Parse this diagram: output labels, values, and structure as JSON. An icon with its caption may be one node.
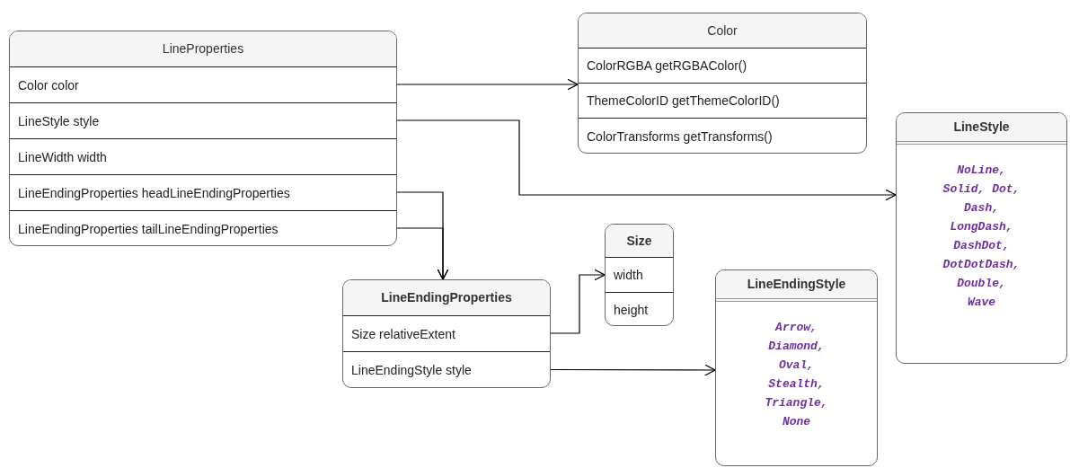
{
  "diagram": {
    "nodes": [
      {
        "text": [
          "LineProperties"
        ]
      },
      {
        "text": [
          "Color color"
        ],
        "in": 0
      },
      {
        "text": [
          "LineStyle style"
        ],
        "in": 0
      },
      {
        "text": [
          "LineWidth width"
        ],
        "in": 0
      },
      {
        "text": [
          "LineEndingProperties headLineEndingProperties"
        ],
        "in": 0
      },
      {
        "text": [
          "LineEndingProperties tailLineEndingProperties"
        ],
        "in": 0
      },
      {
        "text": [
          "Color"
        ]
      },
      {
        "text": [
          "ColorRGBA getRGBAColor()"
        ],
        "in": 6
      },
      {
        "text": [
          "ThemeColorID getThemeColorID()"
        ],
        "in": 6
      },
      {
        "text": [
          "ColorTransforms getTransforms()"
        ],
        "in": 6
      },
      {
        "text": [
          "LineStyle",
          "NoLine, Solid, Dot, Dash, LongDash, DashDot, DotDotDash, Double, Wave"
        ]
      },
      {
        "text": [
          "Size"
        ]
      },
      {
        "text": [
          "width"
        ],
        "in": 11
      },
      {
        "text": [
          "height"
        ],
        "in": 11
      },
      {
        "text": [
          "LineEndingProperties"
        ]
      },
      {
        "text": [
          "Size relativeExtent"
        ],
        "in": 14
      },
      {
        "text": [
          "LineEndingStyle style"
        ],
        "in": 14
      },
      {
        "text": [
          "LineEndingStyle",
          "Arrow, Diamond, Oval, Stealth, Triangle, None"
        ]
      }
    ],
    "edges": [
      {
        "from": 1,
        "to": 6,
        "arrow": "to"
      },
      {
        "from": 2,
        "to": 10,
        "arrow": "to"
      },
      {
        "from": 4,
        "to": 14,
        "arrow": "to"
      },
      {
        "from": 5,
        "to": 14,
        "arrow": "to"
      },
      {
        "from": 15,
        "to": 12,
        "arrow": "to"
      },
      {
        "from": 16,
        "to": 17,
        "arrow": "to"
      }
    ]
  }
}
